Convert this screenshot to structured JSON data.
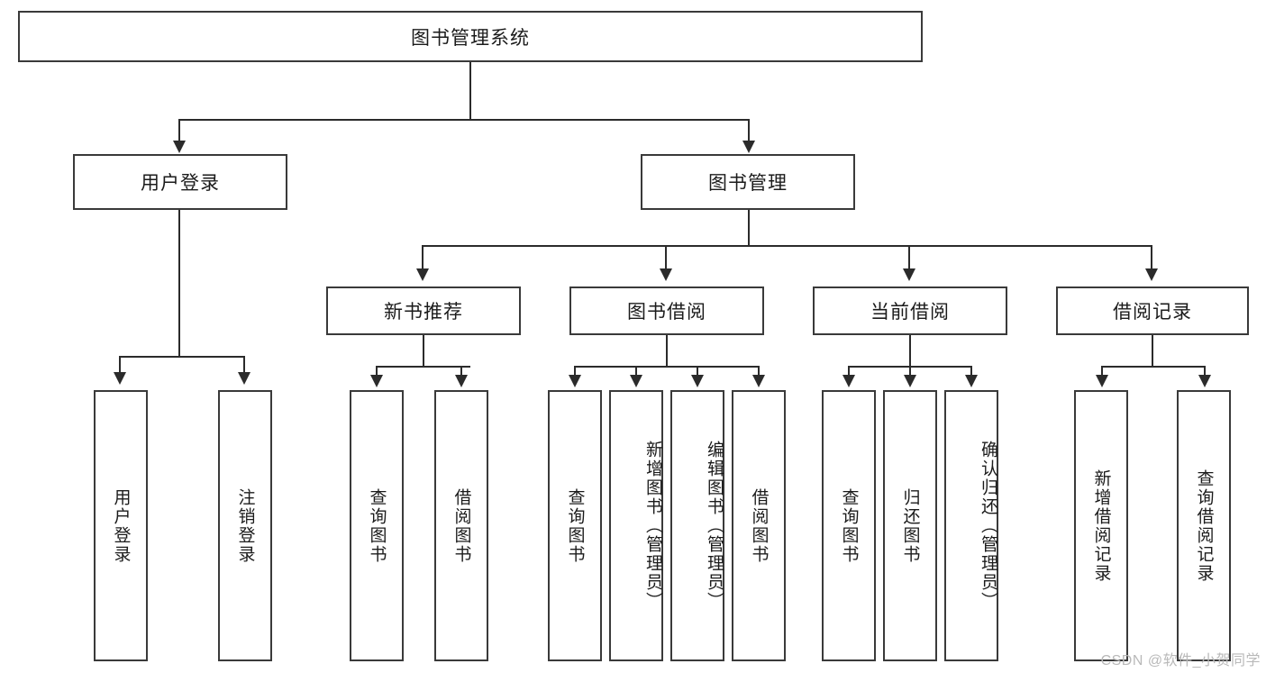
{
  "diagram": {
    "title": "图书管理系统",
    "watermark": "CSDN @软件_小贺同学",
    "root": {
      "label": "图书管理系统"
    },
    "level1": [
      {
        "label": "用户登录"
      },
      {
        "label": "图书管理"
      }
    ],
    "level2": [
      {
        "label": "新书推荐"
      },
      {
        "label": "图书借阅"
      },
      {
        "label": "当前借阅"
      },
      {
        "label": "借阅记录"
      }
    ],
    "leaves": {
      "user_login": [
        {
          "label": "用户登录"
        },
        {
          "label": "注销登录"
        }
      ],
      "new_book_recommend": [
        {
          "label": "查询图书"
        },
        {
          "label": "借阅图书"
        }
      ],
      "book_borrow": [
        {
          "label": "查询图书"
        },
        {
          "label": "新增图书（管理员）"
        },
        {
          "label": "编辑图书（管理员）"
        },
        {
          "label": "借阅图书"
        }
      ],
      "current_borrow": [
        {
          "label": "查询图书"
        },
        {
          "label": "归还图书"
        },
        {
          "label": "确认归还（管理员）"
        }
      ],
      "borrow_record": [
        {
          "label": "新增借阅记录"
        },
        {
          "label": "查询借阅记录"
        }
      ]
    }
  },
  "colors": {
    "border": "#3a3a3a",
    "line": "#2b2b2b",
    "background": "#ffffff",
    "text": "#1b1b1b",
    "watermark": "#b9b9b9"
  }
}
